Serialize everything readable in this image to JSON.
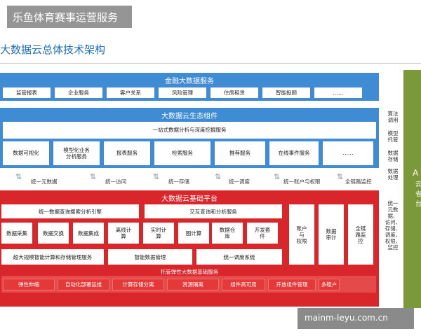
{
  "watermark_top": "乐鱼体育赛事运营服务",
  "watermark_bottom": "mainm-leyu.com.cn",
  "page_title": "大数据云总体技术架构",
  "finance": {
    "header": "金融大数据服务",
    "items": [
      "监管报表",
      "企业服务",
      "客户关系",
      "风险管理",
      "住房租赁",
      "智能投顾",
      "……"
    ]
  },
  "ecosystem": {
    "header": "大数据云生态组件",
    "subheader": "一站式数据分析与深度挖掘服务",
    "items": [
      "数据可视化",
      "模型化业务\n分析服务",
      "报表服务",
      "检索服务",
      "推荐服务",
      "在线事件服务",
      "……"
    ]
  },
  "bridge": [
    "统一元数据",
    "统一访问",
    "统一存储",
    "统一调度",
    "统一账户与权限",
    "全链路监控"
  ],
  "platform": {
    "header": "大数据云基础平台",
    "row1": [
      "统一数据查询搜索分析引擎",
      "交互查询和分析服务"
    ],
    "row2": [
      "数据采集",
      "数据交换",
      "数据集成",
      "离线计\n算",
      "实时计\n算",
      "图计算",
      "数据仓\n库",
      "开发套\n件"
    ],
    "right_blocks": [
      "账户\n与\n权限",
      "数据\n审计",
      "全链\n路监\n控"
    ],
    "row3": [
      "超大规模智能计算和存储管理服务",
      "智能数据管理",
      "统一调度系统"
    ],
    "infra_header": "托管弹性大数据基础服务",
    "infra_items": [
      "弹性伸缩",
      "自动化部署运维",
      "计算存储分离",
      "资源隔离",
      "组件高可用",
      "开放组件管理",
      "多租户"
    ]
  },
  "side_labels": [
    "算法\n调用",
    "模型\n托管",
    "数据\n存储",
    "数据\n处理",
    "统一\n元数\n据、\n访问、\n存储、\n调度、\n权限、\n监控"
  ],
  "green_panel": {
    "big": "A",
    "line1": "云",
    "line2": "省",
    "line3": "台"
  },
  "colors": {
    "blue": "#3f8bd4",
    "red": "#d8262b",
    "green": "#7a9a3a",
    "grey": "#9b9b9b"
  }
}
